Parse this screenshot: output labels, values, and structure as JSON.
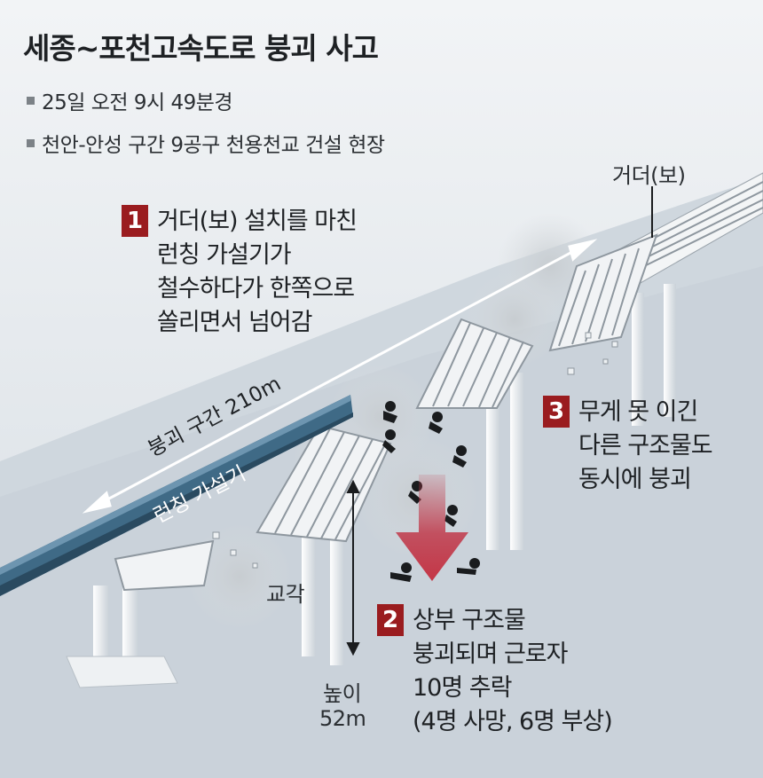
{
  "title": "세종~포천고속도로 붕괴 사고",
  "bullets": [
    "25일 오전 9시 49분경",
    "천안-안성 구간  9공구 천용천교 건설 현장"
  ],
  "labels": {
    "girder": "거더(보)",
    "collapse_section": "붕괴 구간 210m",
    "launcher": "런칭 가설기",
    "pier": "교각",
    "height_label": "높이",
    "height_value": "52m"
  },
  "steps": [
    {
      "num": "1",
      "lines": [
        "거더(보) 설치를 마친",
        "런칭 가설기가",
        "철수하다가 한쪽으로",
        "쏠리면서 넘어감"
      ]
    },
    {
      "num": "2",
      "lines": [
        "상부 구조물",
        "붕괴되며 근로자",
        "10명 추락",
        "(4명 사망, 6명 부상)"
      ]
    },
    {
      "num": "3",
      "lines": [
        "무게 못 이긴",
        "다른 구조물도",
        "동시에 붕괴"
      ]
    }
  ],
  "colors": {
    "badge": "#9a1c1f",
    "launcher": "#3f6a86",
    "arrow": "#c0394a",
    "background": "#dfe5ea"
  }
}
